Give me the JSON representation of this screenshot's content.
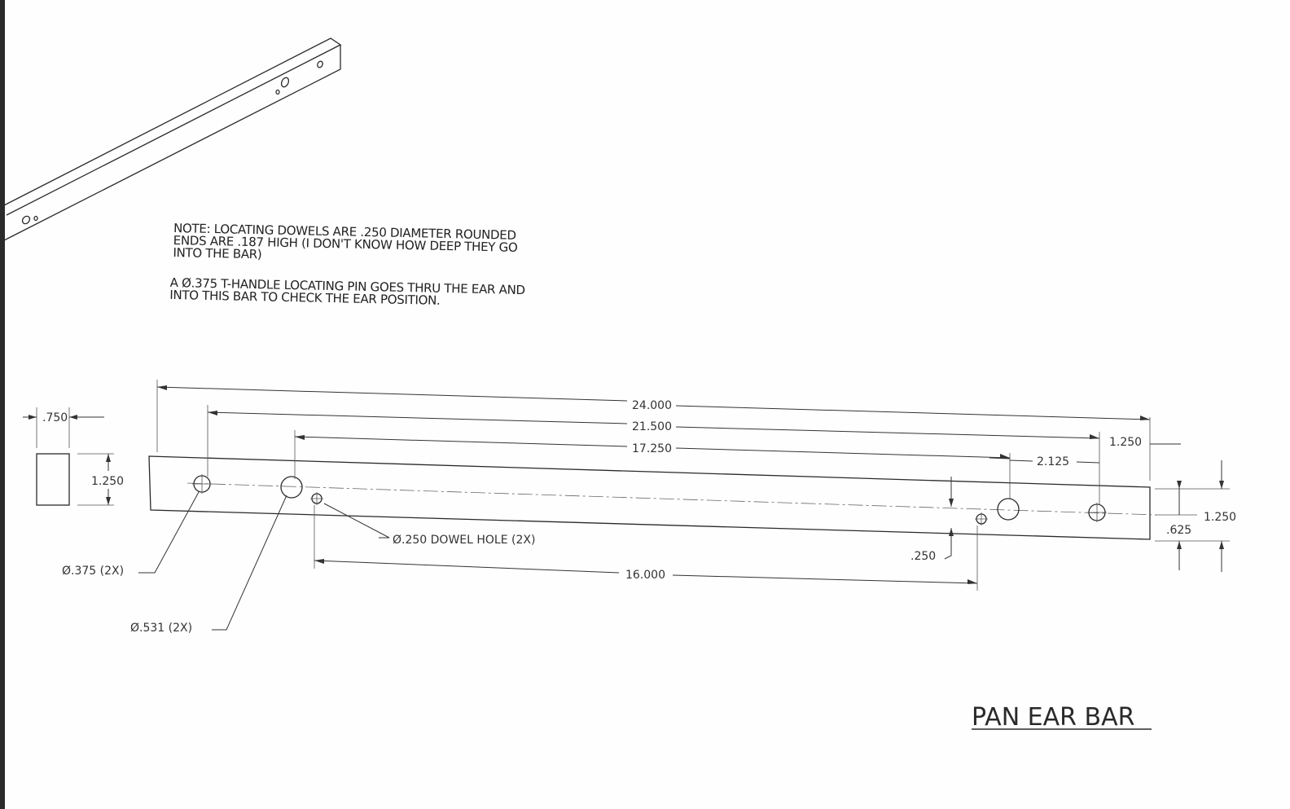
{
  "title": "PAN EAR BAR",
  "notes": {
    "line1": "NOTE: LOCATING DOWELS ARE .250 DIAMETER ROUNDED",
    "line2": "ENDS ARE .187 HIGH (I DON'T KNOW HOW DEEP THEY GO",
    "line3": "INTO THE BAR)",
    "line4": "A Ø.375 T-HANDLE LOCATING PIN GOES THRU THE EAR AND",
    "line5": "INTO THIS BAR TO CHECK THE EAR POSITION."
  },
  "dimensions": {
    "overall_length": "24.000",
    "hole_span_outer": "21.500",
    "hole_span_large": "17.250",
    "large_hole_offset": "2.125",
    "end_offset": "1.250",
    "dowel_span": "16.000",
    "dowel_offset": ".250",
    "centerline_height": ".625",
    "bar_height": "1.250",
    "section_width": ".750",
    "section_height": "1.250"
  },
  "callouts": {
    "small_hole": "Ø.375 (2X)",
    "large_hole": "Ø.531 (2X)",
    "dowel_hole": "Ø.250 DOWEL HOLE (2X)"
  }
}
